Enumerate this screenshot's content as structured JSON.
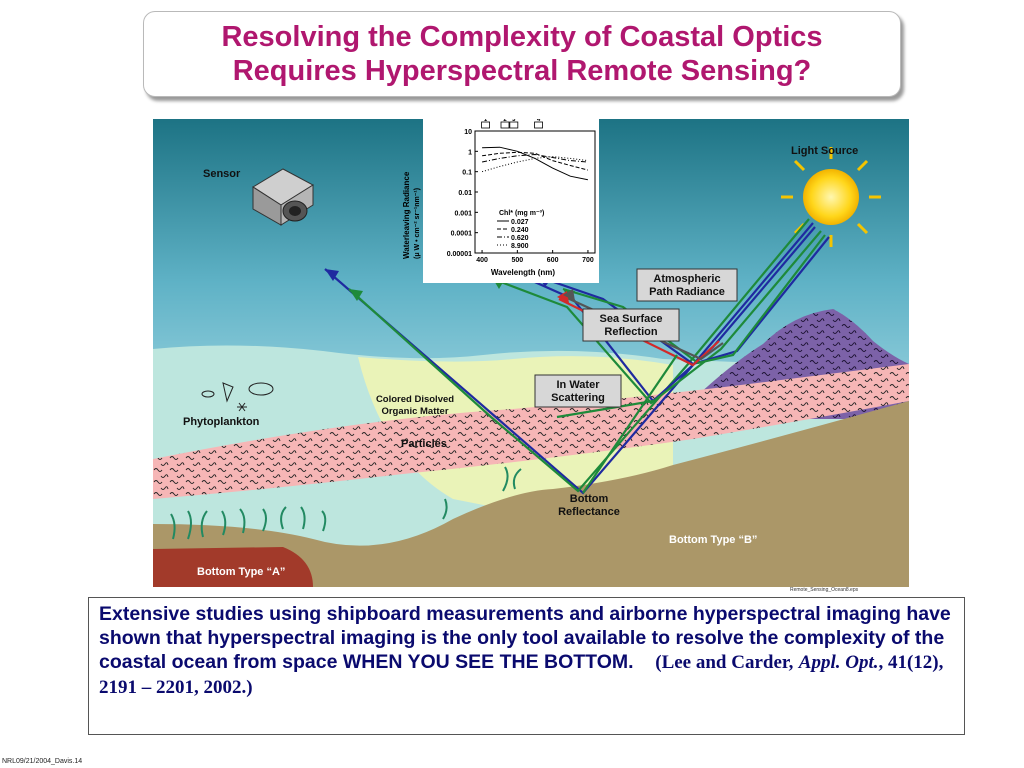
{
  "slide": {
    "title_line1": "Resolving the Complexity of Coastal Optics",
    "title_line2": "Requires Hyperspectral Remote Sensing?",
    "footer": "NRL09/21/2004_Davis.14"
  },
  "figure": {
    "labels": {
      "sensor": "Sensor",
      "light_source": "Light Source",
      "atmospheric_1": "Atmospheric",
      "atmospheric_2": "Path Radiance",
      "sea_surface_1": "Sea Surface",
      "sea_surface_2": "Reflection",
      "in_water_1": "In Water",
      "in_water_2": "Scattering",
      "cdom_1": "Colored Disolved",
      "cdom_2": "Organic Matter",
      "particles": "Particles",
      "phytoplankton": "Phytoplankton",
      "bottom_reflectance_1": "Bottom",
      "bottom_reflectance_2": "Reflectance",
      "bottom_type_a": "Bottom Type “A”",
      "bottom_type_b": "Bottom Type “B”"
    },
    "credit": "Remote_Sensing_Ocean8.eps",
    "inset_plot": {
      "ylabel_1": "Waterleaving Radiance",
      "ylabel_2": "(μ W • cm⁻² sr⁻¹nm⁻¹)",
      "xlabel": "Wavelength (nm)",
      "legend_title": "Chl* (mg m⁻³)",
      "legend": [
        "0.027",
        "0.240",
        "0.620",
        "8.900"
      ],
      "band_numbers": [
        "1",
        "2",
        "3",
        "4"
      ]
    }
  },
  "chart_data": {
    "type": "line",
    "title": "",
    "xlabel": "Wavelength (nm)",
    "ylabel": "Waterleaving Radiance (μ W • cm⁻² sr⁻¹nm⁻¹)",
    "xlim": [
      380,
      720
    ],
    "ylim": [
      1e-05,
      10
    ],
    "yscale": "log",
    "x_ticks": [
      400,
      500,
      600,
      700
    ],
    "y_ticks": [
      "10",
      "1",
      "0.1",
      "0.01",
      "0.001",
      "0.0001",
      "0.00001"
    ],
    "legend_title": "Chl* (mg m⁻³)",
    "series": [
      {
        "name": "0.027",
        "dash": "solid",
        "x": [
          400,
          450,
          500,
          550,
          600,
          650,
          700
        ],
        "y": [
          1.5,
          1.6,
          1.0,
          0.45,
          0.15,
          0.06,
          0.04
        ]
      },
      {
        "name": "0.240",
        "dash": "dashed",
        "x": [
          400,
          450,
          500,
          550,
          600,
          650,
          700
        ],
        "y": [
          0.6,
          0.8,
          0.9,
          0.8,
          0.35,
          0.2,
          0.12
        ]
      },
      {
        "name": "0.620",
        "dash": "dashdot",
        "x": [
          400,
          450,
          500,
          550,
          600,
          650,
          700
        ],
        "y": [
          0.3,
          0.45,
          0.6,
          0.7,
          0.5,
          0.35,
          0.3
        ]
      },
      {
        "name": "8.900",
        "dash": "dotted",
        "x": [
          400,
          450,
          500,
          550,
          600,
          650,
          700
        ],
        "y": [
          0.1,
          0.18,
          0.3,
          0.45,
          0.55,
          0.45,
          0.35
        ]
      }
    ]
  },
  "body": {
    "text": "Extensive studies using shipboard measurements and airborne hyperspectral imaging have shown that hyperspectral imaging is the only tool available to resolve the complexity of the coastal ocean from space WHEN YOU SEE THE BOTTOM.",
    "citation_prefix": "(Lee and Carder,",
    "citation_journal": "Appl. Opt.",
    "citation_suffix": ", 41(12), 2191 – 2201, 2002.)"
  },
  "colors": {
    "title": "#b0176f",
    "body_text": "#0a0a6e",
    "arrow_blue": "#1f2aa0",
    "arrow_green": "#1e8a3a",
    "arrow_red": "#d22a2a",
    "arrow_gray": "#555555"
  }
}
